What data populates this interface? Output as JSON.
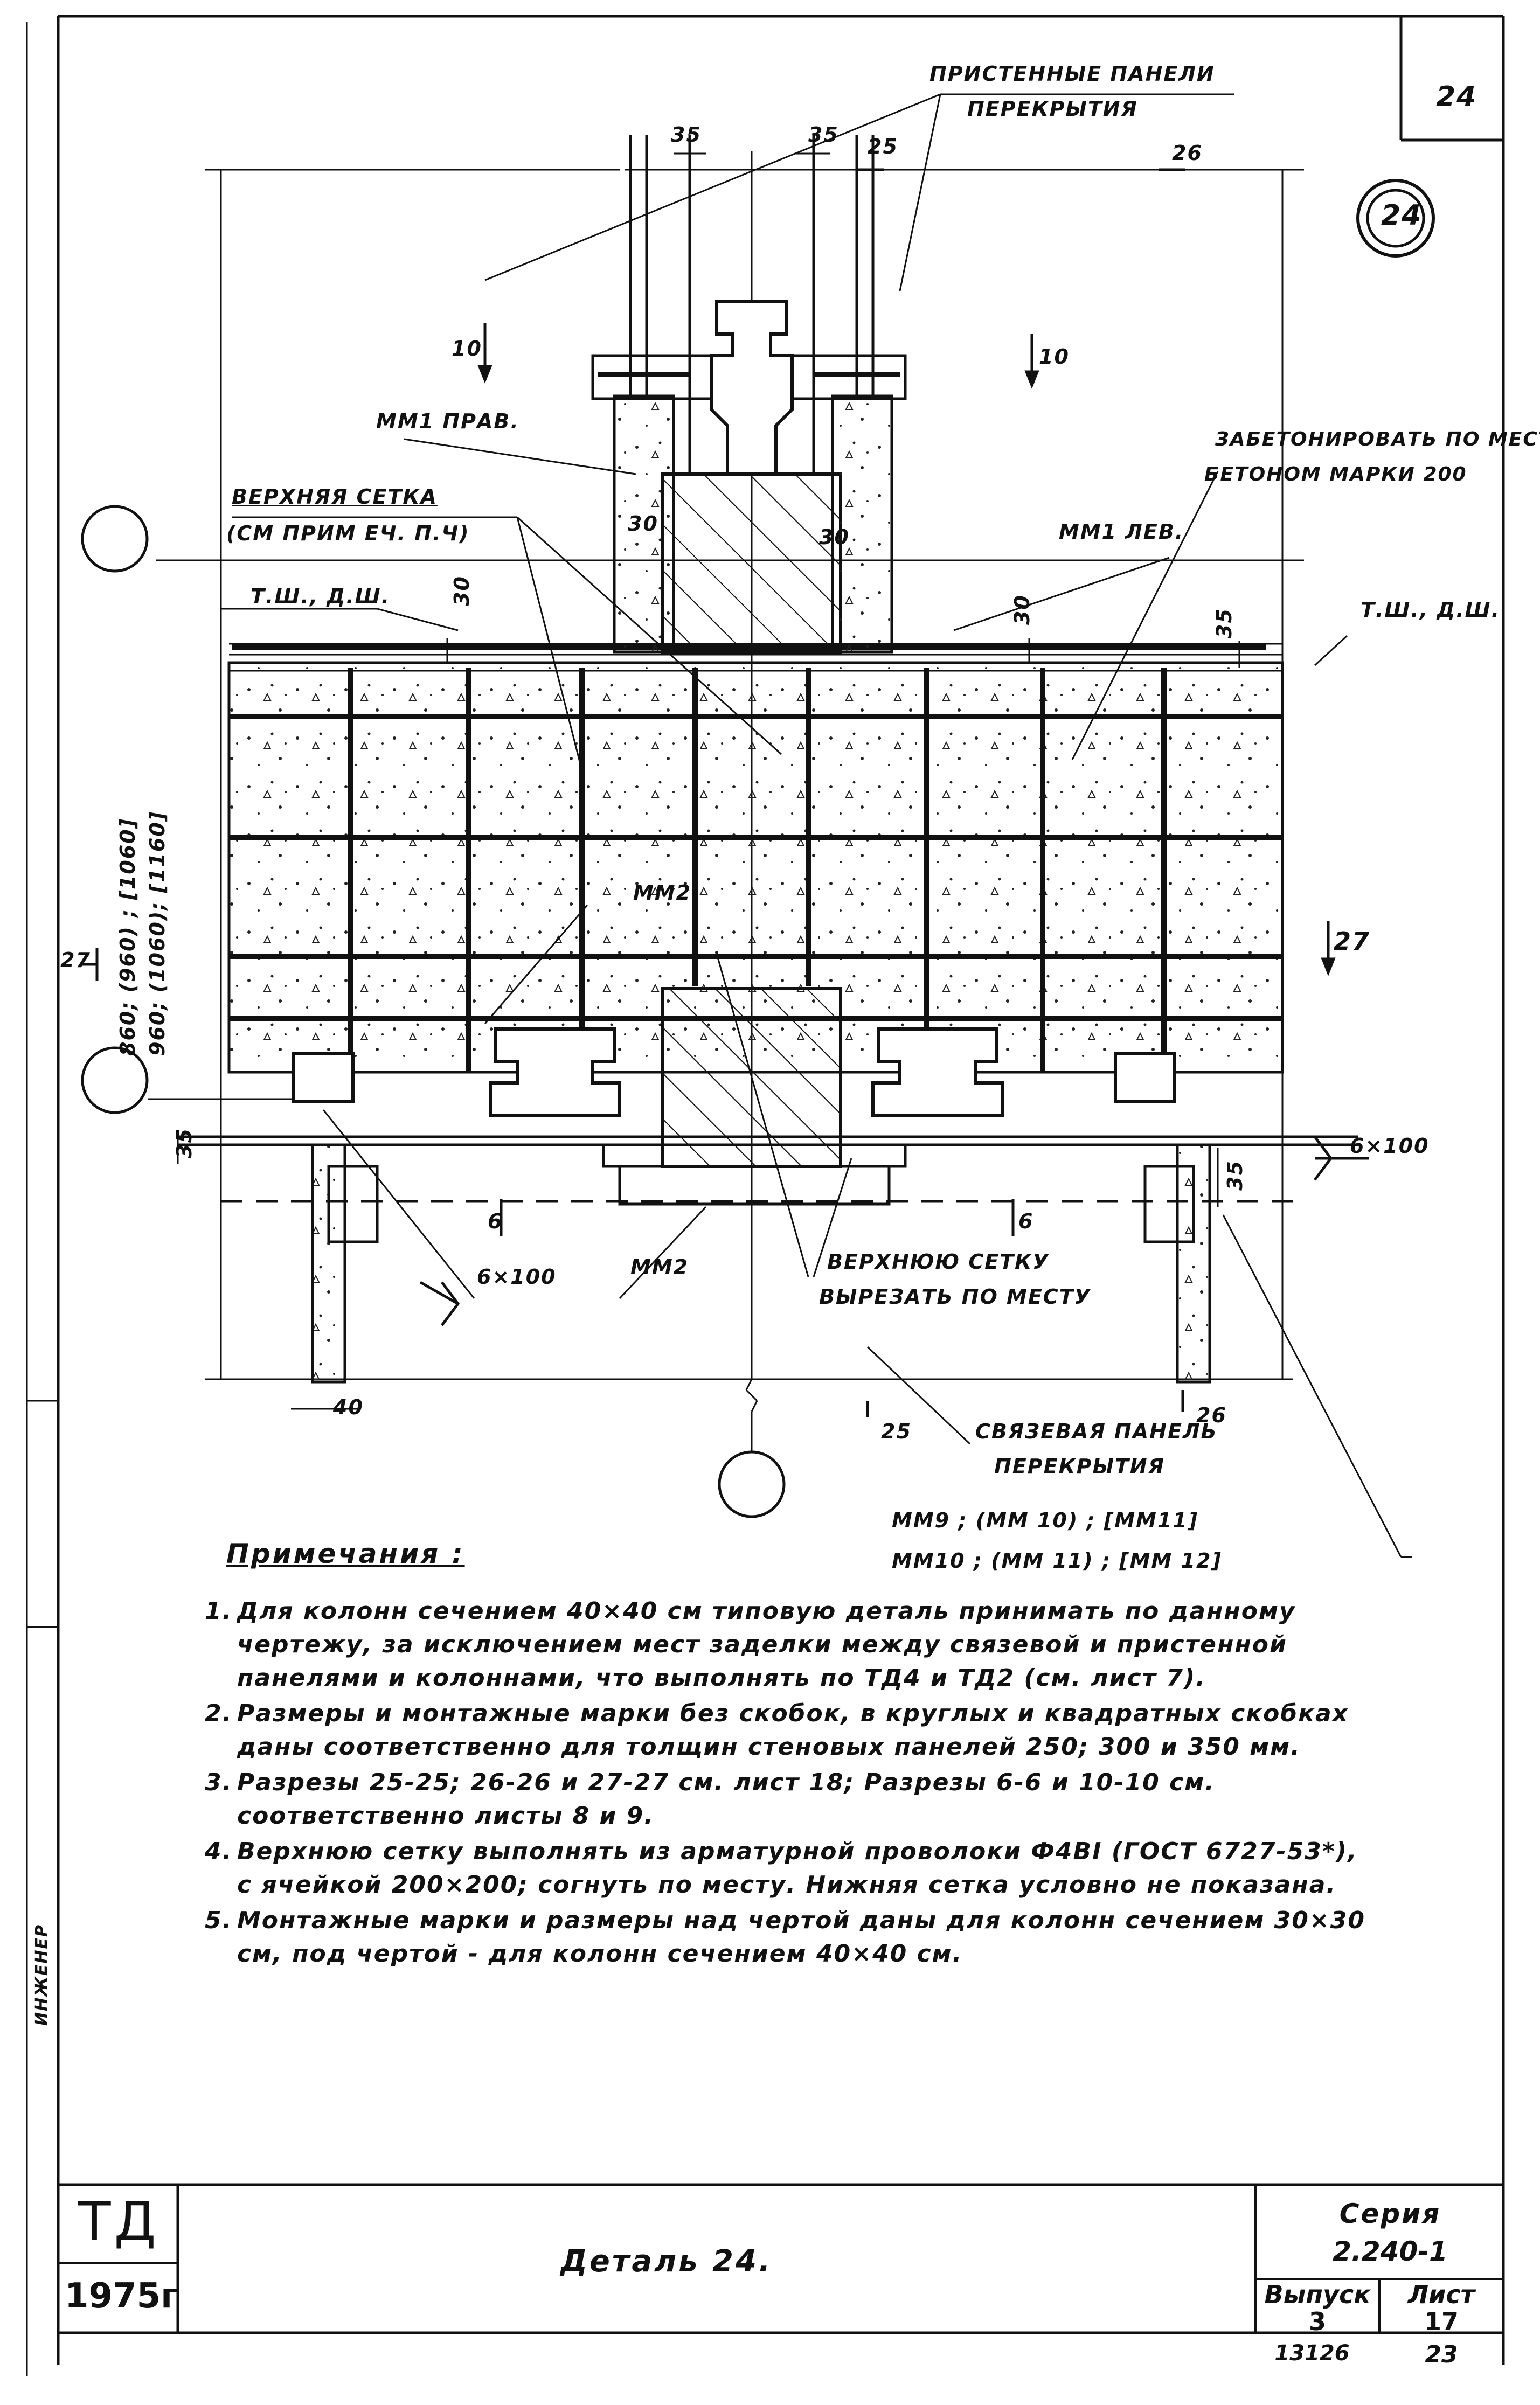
{
  "sheet": {
    "top_number": "24",
    "circle_number": "24",
    "side_label": "ИНЖЕНЕР"
  },
  "labels": {
    "wall_panels": [
      "ПРИСТЕННЫЕ ПАНЕЛИ",
      "ПЕРЕКРЫТИЯ"
    ],
    "mm1_right": "ММ1 ПРАВ.",
    "mm1_left": "ММ1 ЛЕВ.",
    "upper_mesh": [
      "ВЕРХНЯЯ СЕТКА",
      "(СМ ПРИМ ЕЧ. П.Ч)"
    ],
    "concrete": [
      "ЗАБЕТОНИРОВАТЬ ПО МЕСТУ",
      "БЕТОНОМ МАРКИ 200"
    ],
    "tsh_left": "Т.Ш., Д.Ш.",
    "tsh_right": "Т.Ш., Д.Ш.",
    "mm2_upper": "ММ2",
    "mm2_lower": "ММ2",
    "cut_mesh": [
      "ВЕРХНЮЮ СЕТКУ",
      "ВЫРЕЗАТЬ ПО МЕСТУ"
    ],
    "tie_panel": [
      "СВЯЗЕВАЯ ПАНЕЛЬ",
      "ПЕРЕКРЫТИЯ"
    ],
    "mm_marks": [
      "ММ9 ; (ММ 10) ; [ММ11]",
      "ММ10 ; (ММ 11) ; [ММ 12]"
    ],
    "vertical_dims": [
      "860; (960) ; [1060]",
      "960; (1060); [1160]"
    ]
  },
  "dims": {
    "d35_a": "35",
    "d35_b": "35",
    "d25_top": "25",
    "d26_top": "26",
    "d10_left": "10",
    "d10_right": "10",
    "d30_a": "30",
    "d30_b": "30",
    "d30_c": "30",
    "d30_d": "30",
    "d35_right": "35",
    "d27_left": "27",
    "d27_right": "27",
    "d35_left": "35",
    "d6x100_right": "6×100",
    "d6x100_left": "6×100",
    "d35_low": "35",
    "d6_left": "6",
    "d6_right": "6",
    "d40": "40",
    "d25_bottom": "25",
    "d26_bottom": "26"
  },
  "notes": {
    "title": "Примечания :",
    "items": [
      {
        "num": "1.",
        "text": "Для колонн сечением 40×40 см типовую деталь принимать по данному чертежу, за исключением мест заделки между связевой и пристенной панелями и колоннами, что выполнять по ТД4 и ТД2 (см. лист 7)."
      },
      {
        "num": "2.",
        "text": "Размеры и монтажные марки без скобок, в круглых и квадратных скобках даны соответственно для толщин стеновых панелей 250; 300 и 350 мм."
      },
      {
        "num": "3.",
        "text": "Разрезы 25-25; 26-26 и 27-27 см. лист 18; Разрезы 6-6 и 10-10 см. соответственно листы 8 и 9."
      },
      {
        "num": "4.",
        "text": "Верхнюю сетку выполнять из арматурной проволоки Ф4ВI (ГОСТ 6727-53*), с ячейкой 200×200; согнуть по месту. Нижняя сетка условно не показана."
      },
      {
        "num": "5.",
        "text": "Монтажные марки и размеры над чертой даны для колонн сечением 30×30 см, под чертой - для колонн сечением 40×40 см."
      }
    ]
  },
  "title_block": {
    "org": "ТД",
    "year": "1975г",
    "title": "Деталь 24.",
    "series_label": "Серия",
    "series_value": "2.240-1",
    "issue_label": "Выпуск",
    "issue_value": "3",
    "sheet_label": "Лист",
    "sheet_value": "17",
    "below_left": "13126",
    "below_right": "23"
  }
}
